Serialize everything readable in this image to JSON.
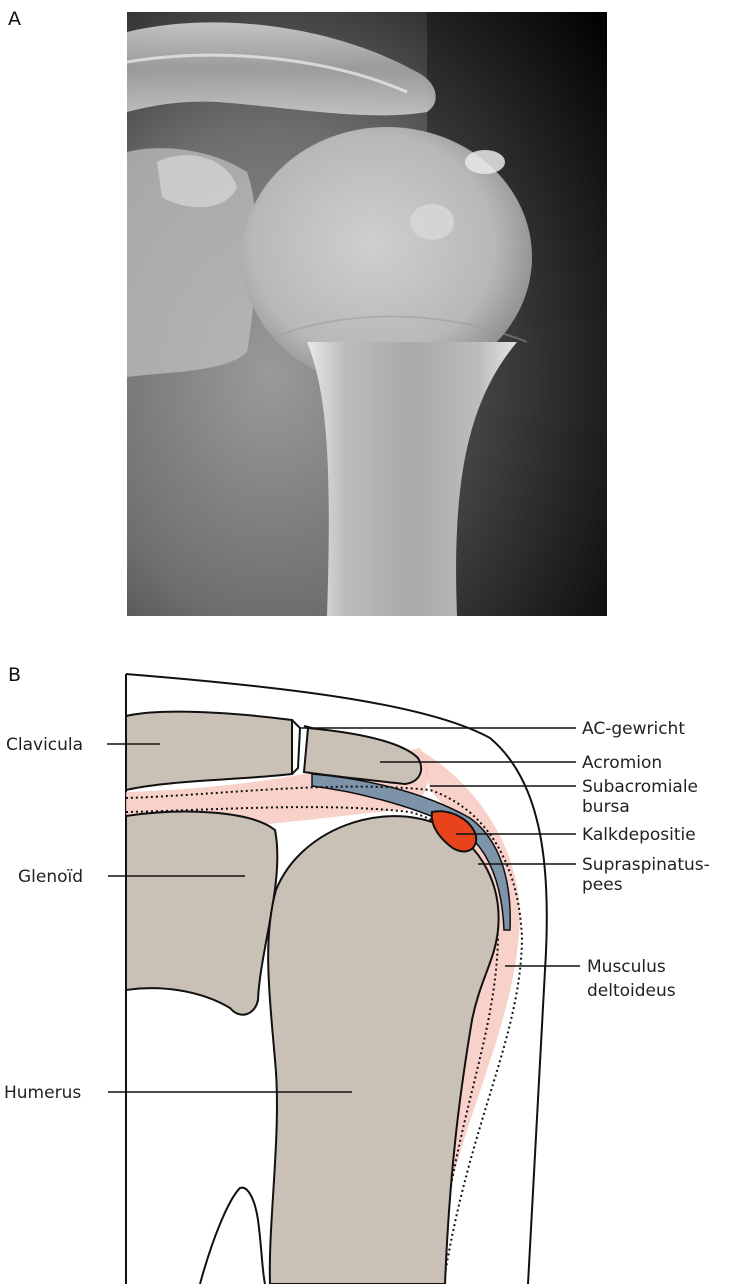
{
  "panel_a": {
    "letter": "A"
  },
  "panel_b": {
    "letter": "B",
    "labels": {
      "clavicula": "Clavicula",
      "glenoid": "Glenoïd",
      "humerus": "Humerus",
      "ac_gewricht": "AC-gewricht",
      "acromion": "Acromion",
      "subacromiale_1": "Subacromiale",
      "subacromiale_2": "bursa",
      "kalkdepositie": "Kalkdepositie",
      "supraspinatus_1": "Supraspinatus-",
      "supraspinatus_2": "pees",
      "deltoideus_1": "Musculus",
      "deltoideus_2": "deltoideus"
    }
  },
  "colors": {
    "bone": "#cac1b6",
    "muscle": "#f7c9c1",
    "bursa": "#7c93a8",
    "calcification": "#e8431b",
    "outline": "#111111"
  }
}
